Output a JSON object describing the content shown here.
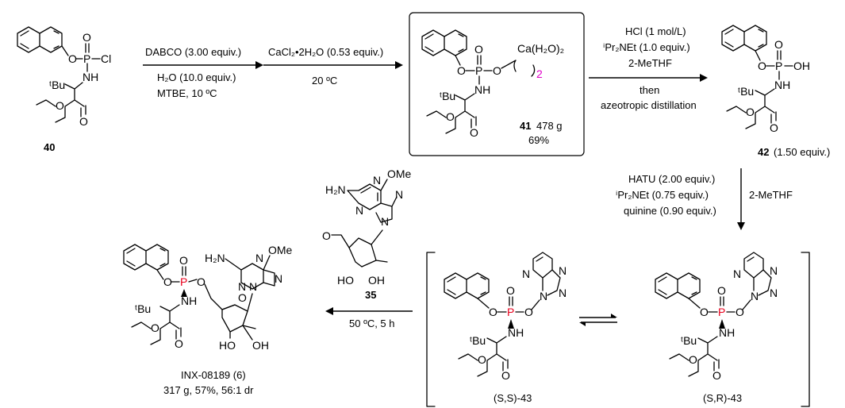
{
  "compounds": {
    "c40": "40",
    "c41": "41",
    "c41_yield": "478 g",
    "c41_pct": "69%",
    "c42": "42",
    "c42_equiv": "(1.50 equiv.)",
    "c35": "35",
    "ss43": "(S,S)-43",
    "sr43": "(S,R)-43",
    "product_name": "INX-08189 (6)",
    "product_yield": "317 g, 57%, 56:1 dr"
  },
  "steps": {
    "s1_top": "DABCO (3.00 equiv.)",
    "s1_bot1": "H₂O (10.0 equiv.)",
    "s1_bot2": "MTBE, 10 ºC",
    "s2_top": "CaCl₂•2H₂O (0.53 equiv.)",
    "s2_bot": "20 ºC",
    "s3_l1": "HCl (1 mol/L)",
    "s3_l2": "ⁱPr₂NEt (1.0 equiv.)",
    "s3_l3": "2-MeTHF",
    "s3_l4": "then",
    "s3_l5": "azeotropic distillation",
    "s4_l1": "HATU (2.00 equiv.)",
    "s4_l2": "ⁱPr₂NEt (0.75 equiv.)",
    "s4_l3": "quinine (0.90 equiv.)",
    "s4_side": "2-MeTHF",
    "s5": "50 ºC, 5 h"
  },
  "atoms": {
    "O": "O",
    "P": "P",
    "Cl": "Cl",
    "NH": "NH",
    "tBu": "ᵗBu",
    "OH": "OH",
    "HO": "HO",
    "N": "N",
    "OMe": "OMe",
    "H2N": "H₂N",
    "Ca": "Ca(H₂O)₂",
    "sub2": "2"
  }
}
